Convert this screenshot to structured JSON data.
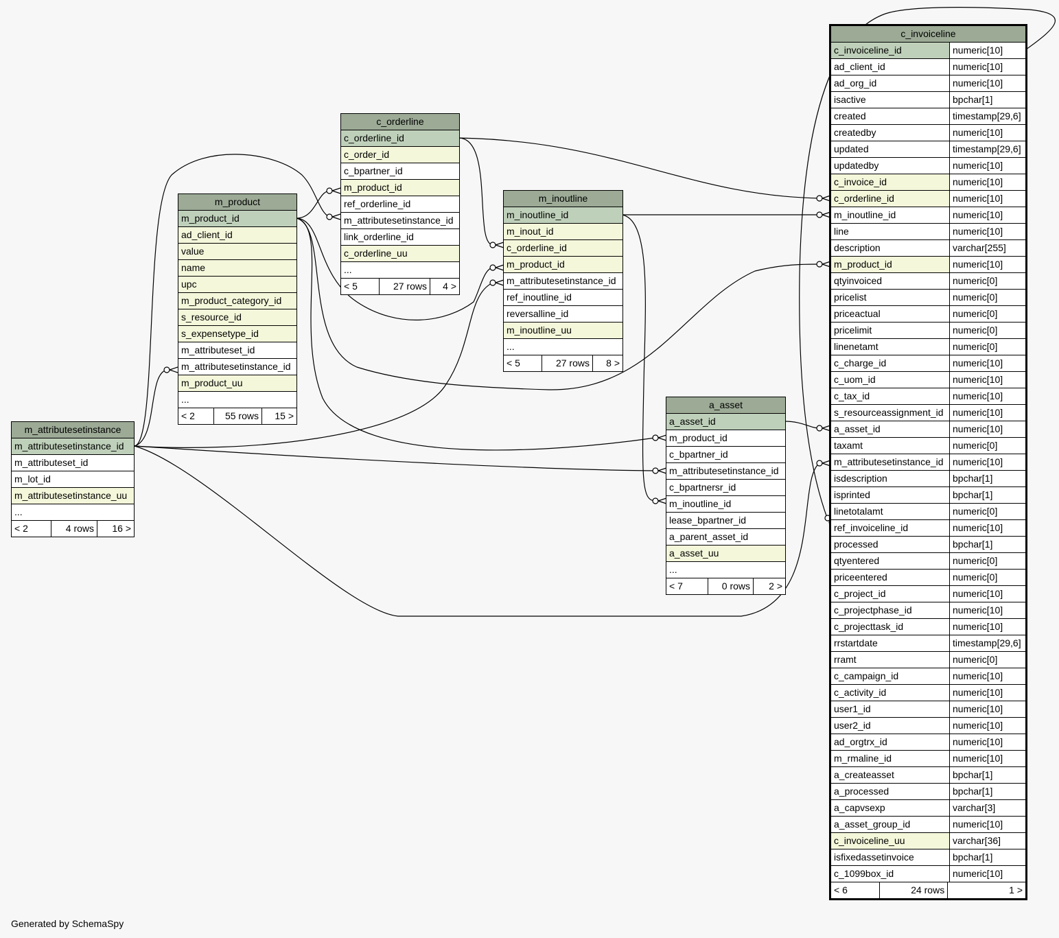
{
  "tables": {
    "m_attributesetinstance": {
      "name": "m_attributesetinstance",
      "columns": [
        {
          "name": "m_attributesetinstance_id",
          "kind": "pk"
        },
        {
          "name": "m_attributeset_id",
          "kind": "plain"
        },
        {
          "name": "m_lot_id",
          "kind": "plain"
        },
        {
          "name": "m_attributesetinstance_uu",
          "kind": "fk"
        },
        {
          "name": "...",
          "kind": "plain"
        }
      ],
      "footer": {
        "parents": "< 2",
        "rows": "4 rows",
        "children": "16 >"
      }
    },
    "m_product": {
      "name": "m_product",
      "columns": [
        {
          "name": "m_product_id",
          "kind": "pk"
        },
        {
          "name": "ad_client_id",
          "kind": "fk"
        },
        {
          "name": "value",
          "kind": "fk"
        },
        {
          "name": "name",
          "kind": "fk"
        },
        {
          "name": "upc",
          "kind": "fk"
        },
        {
          "name": "m_product_category_id",
          "kind": "fk"
        },
        {
          "name": "s_resource_id",
          "kind": "fk"
        },
        {
          "name": "s_expensetype_id",
          "kind": "fk"
        },
        {
          "name": "m_attributeset_id",
          "kind": "plain"
        },
        {
          "name": "m_attributesetinstance_id",
          "kind": "plain"
        },
        {
          "name": "m_product_uu",
          "kind": "fk"
        },
        {
          "name": "...",
          "kind": "plain"
        }
      ],
      "footer": {
        "parents": "< 2",
        "rows": "55 rows",
        "children": "15 >"
      }
    },
    "c_orderline": {
      "name": "c_orderline",
      "columns": [
        {
          "name": "c_orderline_id",
          "kind": "pk"
        },
        {
          "name": "c_order_id",
          "kind": "fk"
        },
        {
          "name": "c_bpartner_id",
          "kind": "plain"
        },
        {
          "name": "m_product_id",
          "kind": "fk"
        },
        {
          "name": "ref_orderline_id",
          "kind": "plain"
        },
        {
          "name": "m_attributesetinstance_id",
          "kind": "plain"
        },
        {
          "name": "link_orderline_id",
          "kind": "plain"
        },
        {
          "name": "c_orderline_uu",
          "kind": "fk"
        },
        {
          "name": "...",
          "kind": "plain"
        }
      ],
      "footer": {
        "parents": "< 5",
        "rows": "27 rows",
        "children": "4 >"
      }
    },
    "m_inoutline": {
      "name": "m_inoutline",
      "columns": [
        {
          "name": "m_inoutline_id",
          "kind": "pk"
        },
        {
          "name": "m_inout_id",
          "kind": "fk"
        },
        {
          "name": "c_orderline_id",
          "kind": "fk"
        },
        {
          "name": "m_product_id",
          "kind": "fk"
        },
        {
          "name": "m_attributesetinstance_id",
          "kind": "plain"
        },
        {
          "name": "ref_inoutline_id",
          "kind": "plain"
        },
        {
          "name": "reversalline_id",
          "kind": "plain"
        },
        {
          "name": "m_inoutline_uu",
          "kind": "fk"
        },
        {
          "name": "...",
          "kind": "plain"
        }
      ],
      "footer": {
        "parents": "< 5",
        "rows": "27 rows",
        "children": "8 >"
      }
    },
    "a_asset": {
      "name": "a_asset",
      "columns": [
        {
          "name": "a_asset_id",
          "kind": "pk"
        },
        {
          "name": "m_product_id",
          "kind": "plain"
        },
        {
          "name": "c_bpartner_id",
          "kind": "plain"
        },
        {
          "name": "m_attributesetinstance_id",
          "kind": "plain"
        },
        {
          "name": "c_bpartnersr_id",
          "kind": "plain"
        },
        {
          "name": "m_inoutline_id",
          "kind": "plain"
        },
        {
          "name": "lease_bpartner_id",
          "kind": "plain"
        },
        {
          "name": "a_parent_asset_id",
          "kind": "plain"
        },
        {
          "name": "a_asset_uu",
          "kind": "fk"
        },
        {
          "name": "...",
          "kind": "plain"
        }
      ],
      "footer": {
        "parents": "< 7",
        "rows": "0 rows",
        "children": "2 >"
      }
    },
    "c_invoiceline": {
      "name": "c_invoiceline",
      "columns": [
        {
          "name": "c_invoiceline_id",
          "type": "numeric[10]",
          "kind": "pk"
        },
        {
          "name": "ad_client_id",
          "type": "numeric[10]",
          "kind": "plain"
        },
        {
          "name": "ad_org_id",
          "type": "numeric[10]",
          "kind": "plain"
        },
        {
          "name": "isactive",
          "type": "bpchar[1]",
          "kind": "plain"
        },
        {
          "name": "created",
          "type": "timestamp[29,6]",
          "kind": "plain"
        },
        {
          "name": "createdby",
          "type": "numeric[10]",
          "kind": "plain"
        },
        {
          "name": "updated",
          "type": "timestamp[29,6]",
          "kind": "plain"
        },
        {
          "name": "updatedby",
          "type": "numeric[10]",
          "kind": "plain"
        },
        {
          "name": "c_invoice_id",
          "type": "numeric[10]",
          "kind": "fk"
        },
        {
          "name": "c_orderline_id",
          "type": "numeric[10]",
          "kind": "fk"
        },
        {
          "name": "m_inoutline_id",
          "type": "numeric[10]",
          "kind": "plain"
        },
        {
          "name": "line",
          "type": "numeric[10]",
          "kind": "plain"
        },
        {
          "name": "description",
          "type": "varchar[255]",
          "kind": "plain"
        },
        {
          "name": "m_product_id",
          "type": "numeric[10]",
          "kind": "fk"
        },
        {
          "name": "qtyinvoiced",
          "type": "numeric[0]",
          "kind": "plain"
        },
        {
          "name": "pricelist",
          "type": "numeric[0]",
          "kind": "plain"
        },
        {
          "name": "priceactual",
          "type": "numeric[0]",
          "kind": "plain"
        },
        {
          "name": "pricelimit",
          "type": "numeric[0]",
          "kind": "plain"
        },
        {
          "name": "linenetamt",
          "type": "numeric[0]",
          "kind": "plain"
        },
        {
          "name": "c_charge_id",
          "type": "numeric[10]",
          "kind": "plain"
        },
        {
          "name": "c_uom_id",
          "type": "numeric[10]",
          "kind": "plain"
        },
        {
          "name": "c_tax_id",
          "type": "numeric[10]",
          "kind": "plain"
        },
        {
          "name": "s_resourceassignment_id",
          "type": "numeric[10]",
          "kind": "plain"
        },
        {
          "name": "a_asset_id",
          "type": "numeric[10]",
          "kind": "plain"
        },
        {
          "name": "taxamt",
          "type": "numeric[0]",
          "kind": "plain"
        },
        {
          "name": "m_attributesetinstance_id",
          "type": "numeric[10]",
          "kind": "plain"
        },
        {
          "name": "isdescription",
          "type": "bpchar[1]",
          "kind": "plain"
        },
        {
          "name": "isprinted",
          "type": "bpchar[1]",
          "kind": "plain"
        },
        {
          "name": "linetotalamt",
          "type": "numeric[0]",
          "kind": "plain"
        },
        {
          "name": "ref_invoiceline_id",
          "type": "numeric[10]",
          "kind": "plain"
        },
        {
          "name": "processed",
          "type": "bpchar[1]",
          "kind": "plain"
        },
        {
          "name": "qtyentered",
          "type": "numeric[0]",
          "kind": "plain"
        },
        {
          "name": "priceentered",
          "type": "numeric[0]",
          "kind": "plain"
        },
        {
          "name": "c_project_id",
          "type": "numeric[10]",
          "kind": "plain"
        },
        {
          "name": "c_projectphase_id",
          "type": "numeric[10]",
          "kind": "plain"
        },
        {
          "name": "c_projecttask_id",
          "type": "numeric[10]",
          "kind": "plain"
        },
        {
          "name": "rrstartdate",
          "type": "timestamp[29,6]",
          "kind": "plain"
        },
        {
          "name": "rramt",
          "type": "numeric[0]",
          "kind": "plain"
        },
        {
          "name": "c_campaign_id",
          "type": "numeric[10]",
          "kind": "plain"
        },
        {
          "name": "c_activity_id",
          "type": "numeric[10]",
          "kind": "plain"
        },
        {
          "name": "user1_id",
          "type": "numeric[10]",
          "kind": "plain"
        },
        {
          "name": "user2_id",
          "type": "numeric[10]",
          "kind": "plain"
        },
        {
          "name": "ad_orgtrx_id",
          "type": "numeric[10]",
          "kind": "plain"
        },
        {
          "name": "m_rmaline_id",
          "type": "numeric[10]",
          "kind": "plain"
        },
        {
          "name": "a_createasset",
          "type": "bpchar[1]",
          "kind": "plain"
        },
        {
          "name": "a_processed",
          "type": "bpchar[1]",
          "kind": "plain"
        },
        {
          "name": "a_capvsexp",
          "type": "varchar[3]",
          "kind": "plain"
        },
        {
          "name": "a_asset_group_id",
          "type": "numeric[10]",
          "kind": "plain"
        },
        {
          "name": "c_invoiceline_uu",
          "type": "varchar[36]",
          "kind": "fk"
        },
        {
          "name": "isfixedassetinvoice",
          "type": "bpchar[1]",
          "kind": "plain"
        },
        {
          "name": "c_1099box_id",
          "type": "numeric[10]",
          "kind": "plain"
        }
      ],
      "footer": {
        "parents": "< 6",
        "rows": "24 rows",
        "children": "1 >"
      }
    }
  },
  "colors": {
    "header": "#9caa96",
    "primary_key": "#bfd0ba",
    "foreign_key": "#f4f7da",
    "background": "#f7f7f7"
  },
  "footer_text": "Generated by SchemaSpy"
}
